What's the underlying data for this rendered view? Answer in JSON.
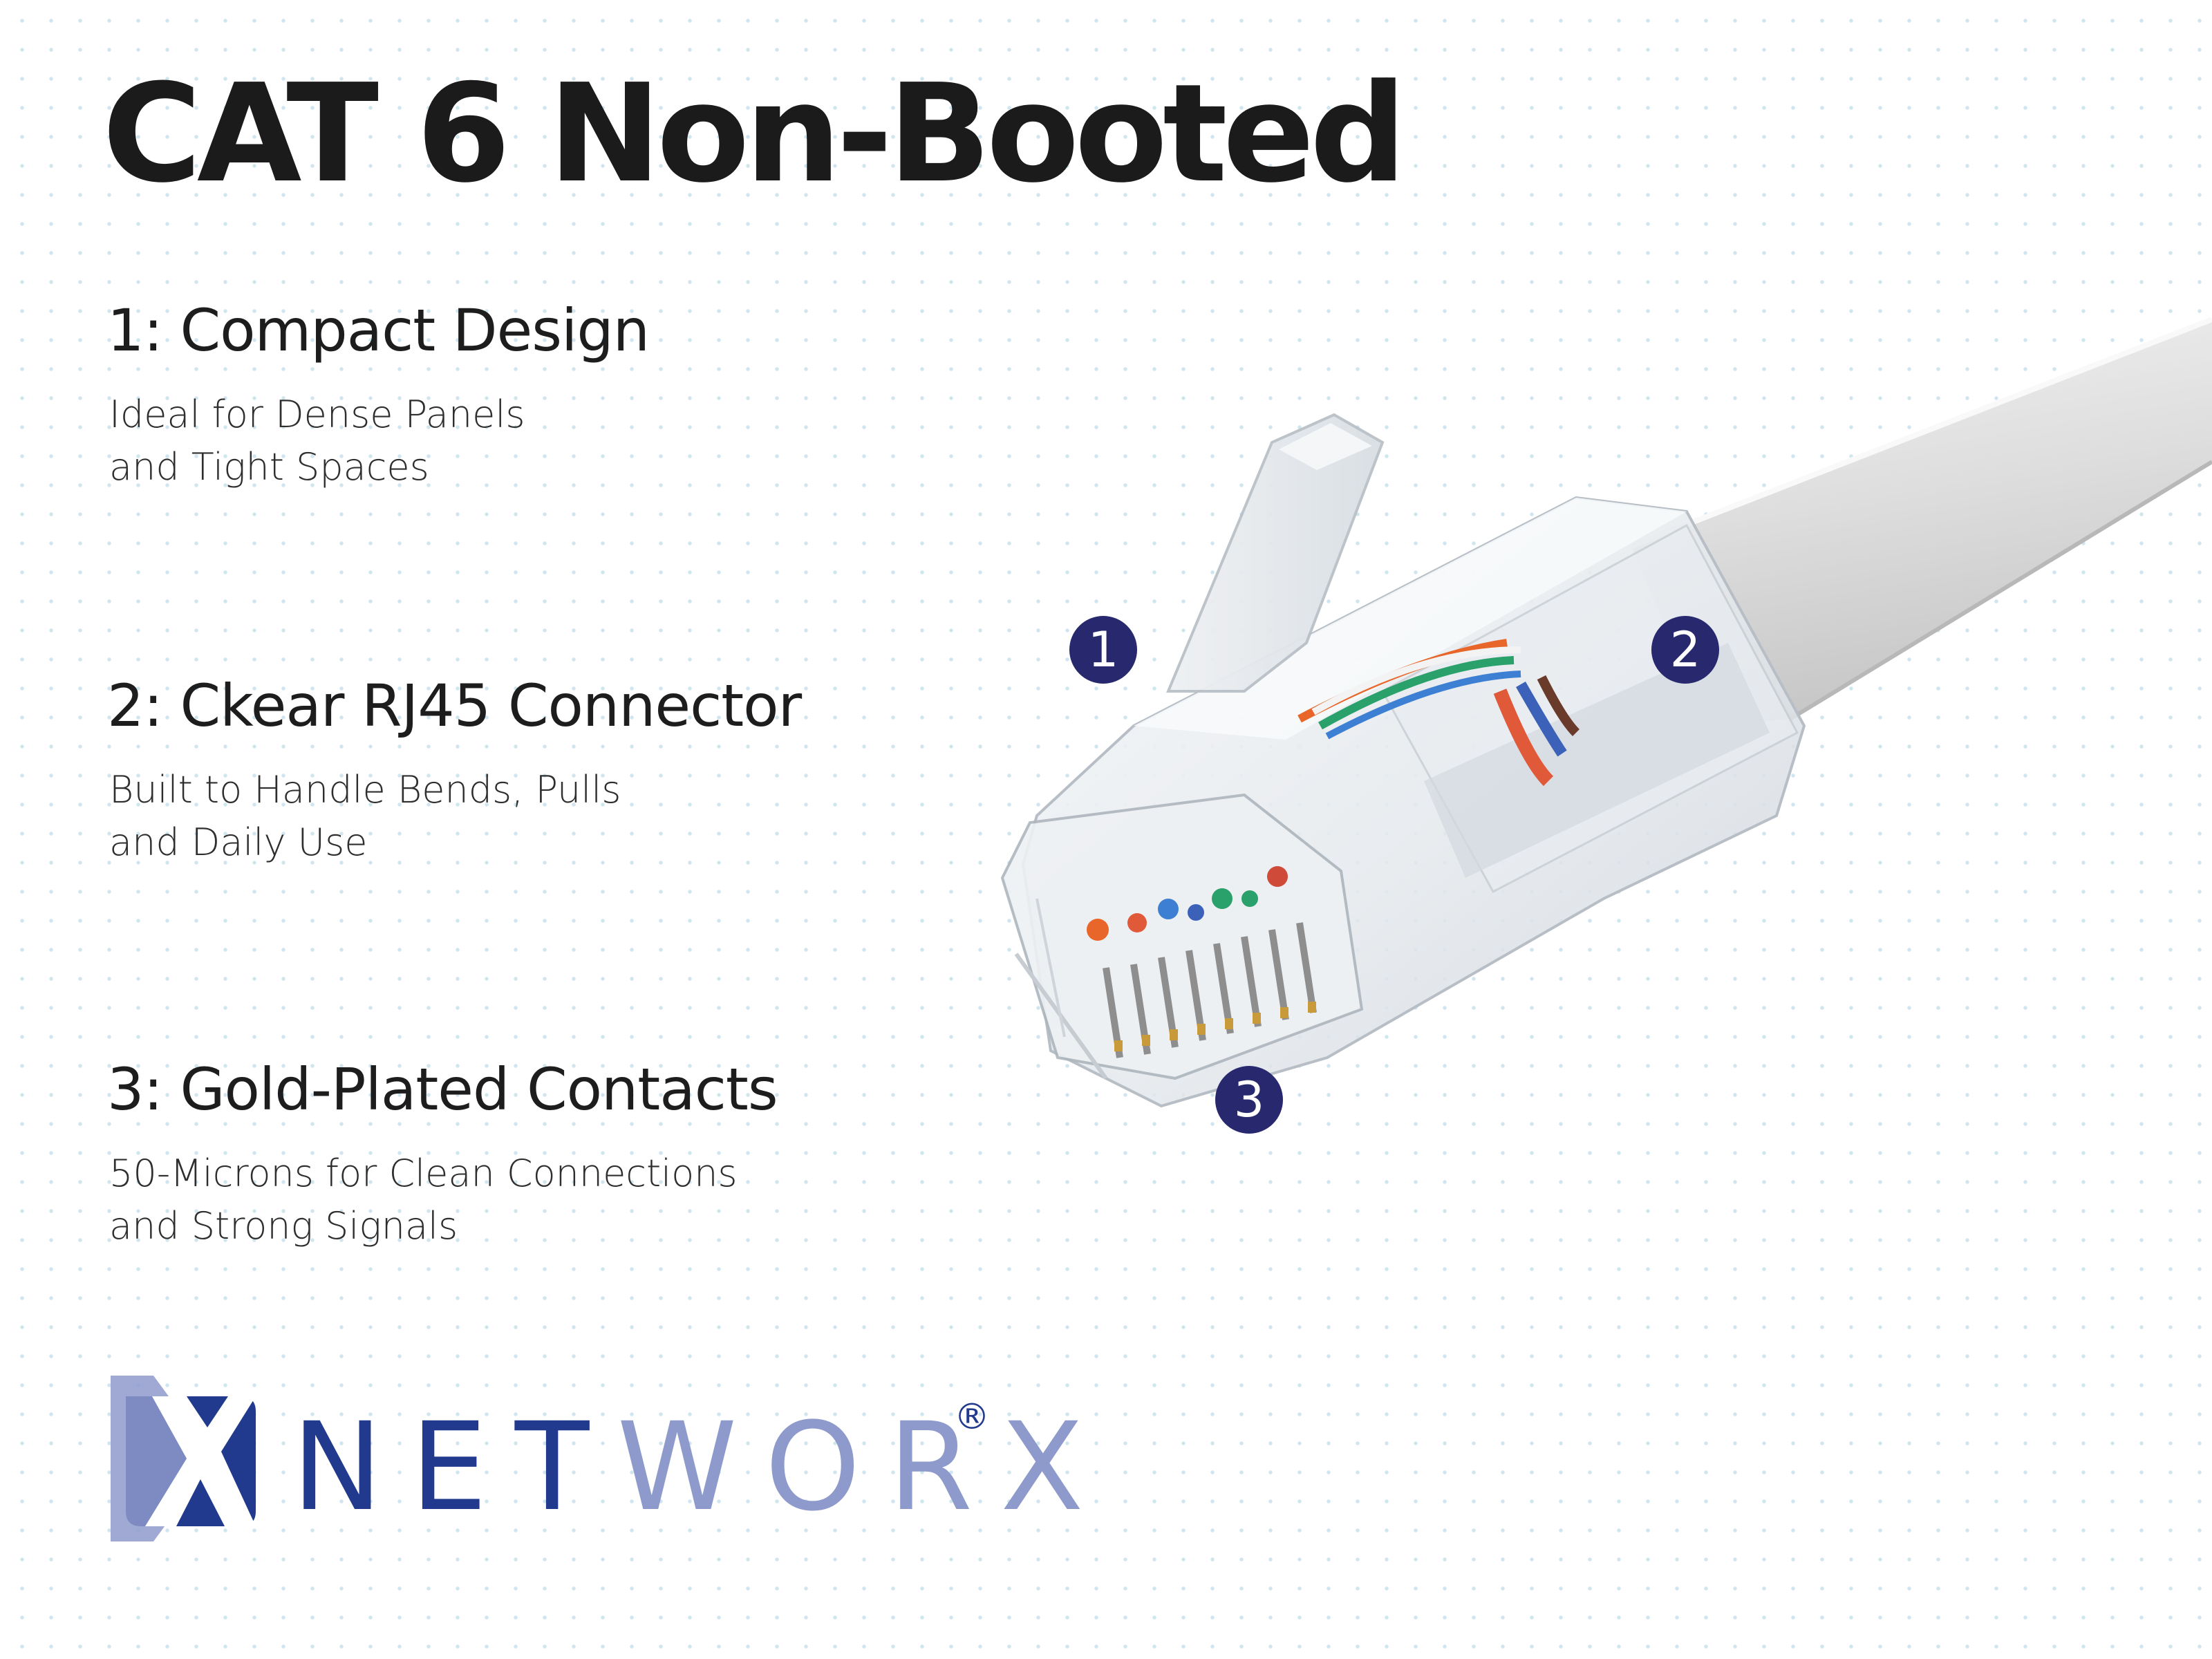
{
  "title": "CAT 6 Non-Booted",
  "features": [
    {
      "heading": "1: Compact Design",
      "lines": [
        "Ideal for Dense Panels",
        "and Tight Spaces"
      ]
    },
    {
      "heading": "2: Ckear RJ45 Connector",
      "lines": [
        "Built to Handle Bends, Pulls",
        "and Daily Use"
      ]
    },
    {
      "heading": "3: Gold-Plated Contacts",
      "lines": [
        "50-Microns for Clean Connections",
        "and Strong Signals"
      ]
    }
  ],
  "callouts": [
    "1",
    "2",
    "3"
  ],
  "logo": {
    "wordmark_part1": "NET",
    "wordmark_part2": "WORX",
    "registered_mark": "®",
    "brand_blue": "#213a8e",
    "brand_lavender": "#8e9acb"
  },
  "colors": {
    "callout_badge": "#28286e",
    "dot_grid": "#cfe6ef",
    "title_text": "#1b1b1b"
  }
}
